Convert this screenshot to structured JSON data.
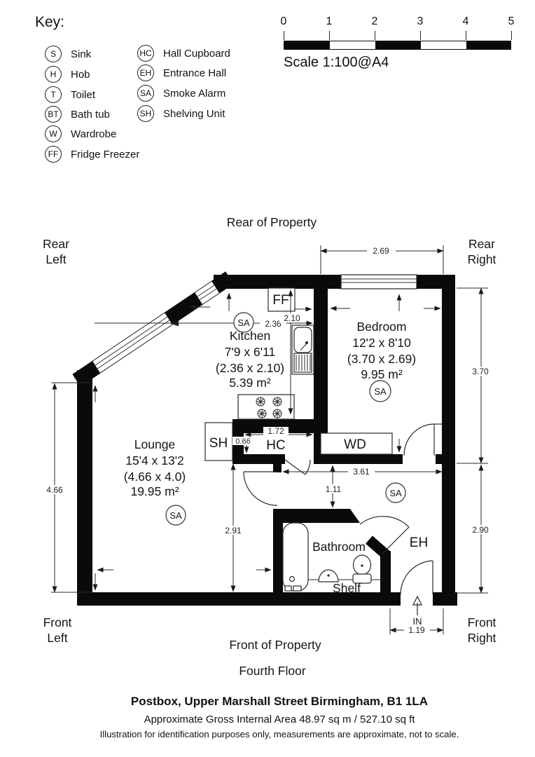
{
  "key": {
    "title": "Key:",
    "col1": [
      {
        "code": "S",
        "label": "Sink"
      },
      {
        "code": "H",
        "label": "Hob"
      },
      {
        "code": "T",
        "label": "Toilet"
      },
      {
        "code": "BT",
        "label": "Bath tub"
      },
      {
        "code": "W",
        "label": "Wardrobe"
      },
      {
        "code": "FF",
        "label": "Fridge Freezer"
      }
    ],
    "col2": [
      {
        "code": "HC",
        "label": "Hall Cupboard"
      },
      {
        "code": "EH",
        "label": "Entrance Hall"
      },
      {
        "code": "SA",
        "label": "Smoke Alarm"
      },
      {
        "code": "SH",
        "label": "Shelving Unit"
      }
    ]
  },
  "scale_bar": {
    "ticks": [
      "0",
      "1",
      "2",
      "3",
      "4",
      "5"
    ],
    "caption": "Scale 1:100@A4"
  },
  "orientation": {
    "rear_of_property": "Rear of Property",
    "front_of_property": "Front of Property",
    "rear_left_1": "Rear",
    "rear_left_2": "Left",
    "rear_right_1": "Rear",
    "rear_right_2": "Right",
    "front_left_1": "Front",
    "front_left_2": "Left",
    "front_right_1": "Front",
    "front_right_2": "Right"
  },
  "floor_label": "Fourth Floor",
  "rooms": {
    "kitchen": {
      "name": "Kitchen",
      "imperial": "7'9 x 6'11",
      "metric": "(2.36 x 2.10)",
      "area": "5.39 m²"
    },
    "bedroom": {
      "name": "Bedroom",
      "imperial": "12'2 x 8'10",
      "metric": "(3.70 x 2.69)",
      "area": "9.95 m²"
    },
    "lounge": {
      "name": "Lounge",
      "imperial": "15'4 x 13'2",
      "metric": "(4.66 x 4.0)",
      "area": "19.95 m²"
    },
    "bathroom": {
      "name": "Bathroom"
    },
    "entrance_hall_code": "EH",
    "hall_cupboard_code": "HC",
    "wardrobe_code": "WD",
    "shelving_code": "SH",
    "fridge_code": "FF",
    "shelf_label": "Shelf",
    "entry_label": "IN",
    "smoke_alarm_code": "SA"
  },
  "dimensions": {
    "bedroom_width": "2.69",
    "bedroom_height": "3.70",
    "hall_height": "2.90",
    "entry_width": "1.19",
    "lounge_left": "4.66",
    "kitchen_width": "2.36",
    "kitchen_height": "2.10",
    "cupboard_width": "1.72",
    "cupboard_height": "0.66",
    "hall_width": "3.61",
    "corridor_width": "1.11",
    "lounge_height": "2.91"
  },
  "footer": {
    "address": "Postbox, Upper Marshall Street Birmingham, B1 1LA",
    "area": "Approximate Gross Internal Area 48.97 sq m / 527.10 sq ft",
    "disclaimer": "Illustration for identification purposes only, measurements are approximate, not to scale."
  }
}
